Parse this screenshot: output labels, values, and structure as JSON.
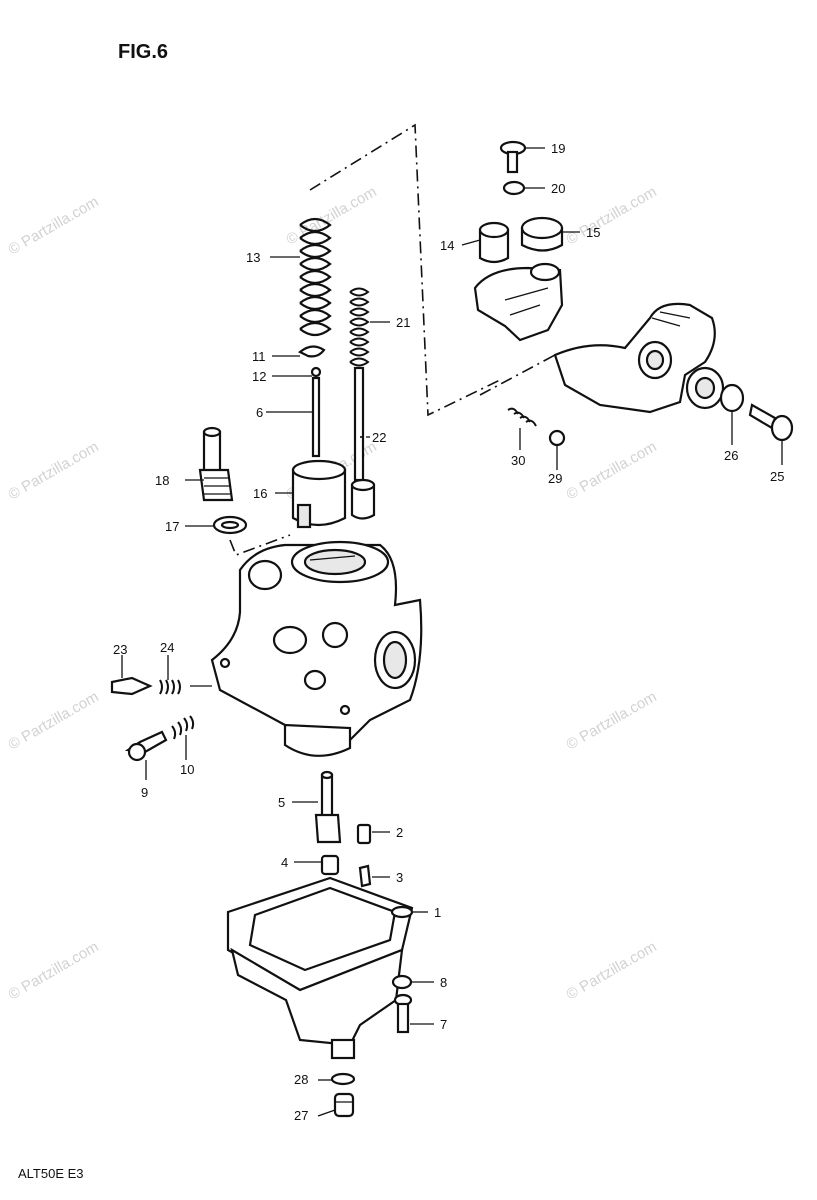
{
  "figure": {
    "title": "FIG.6",
    "code": "ALT50E E3"
  },
  "watermark": "© Partzilla.com",
  "callouts": [
    {
      "id": "c1",
      "label": "1"
    },
    {
      "id": "c2",
      "label": "2"
    },
    {
      "id": "c3",
      "label": "3"
    },
    {
      "id": "c4",
      "label": "4"
    },
    {
      "id": "c5",
      "label": "5"
    },
    {
      "id": "c6",
      "label": "6"
    },
    {
      "id": "c7",
      "label": "7"
    },
    {
      "id": "c8",
      "label": "8"
    },
    {
      "id": "c9",
      "label": "9"
    },
    {
      "id": "c10",
      "label": "10"
    },
    {
      "id": "c11",
      "label": "11"
    },
    {
      "id": "c12",
      "label": "12"
    },
    {
      "id": "c13",
      "label": "13"
    },
    {
      "id": "c14",
      "label": "14"
    },
    {
      "id": "c15",
      "label": "15"
    },
    {
      "id": "c16",
      "label": "16"
    },
    {
      "id": "c17",
      "label": "17"
    },
    {
      "id": "c18",
      "label": "18"
    },
    {
      "id": "c19",
      "label": "19"
    },
    {
      "id": "c20",
      "label": "20"
    },
    {
      "id": "c21",
      "label": "21"
    },
    {
      "id": "c22",
      "label": "22"
    },
    {
      "id": "c23",
      "label": "23"
    },
    {
      "id": "c24",
      "label": "24"
    },
    {
      "id": "c25",
      "label": "25"
    },
    {
      "id": "c26",
      "label": "26"
    },
    {
      "id": "c27",
      "label": "27"
    },
    {
      "id": "c28",
      "label": "28"
    },
    {
      "id": "c29",
      "label": "29"
    },
    {
      "id": "c30",
      "label": "30"
    }
  ]
}
